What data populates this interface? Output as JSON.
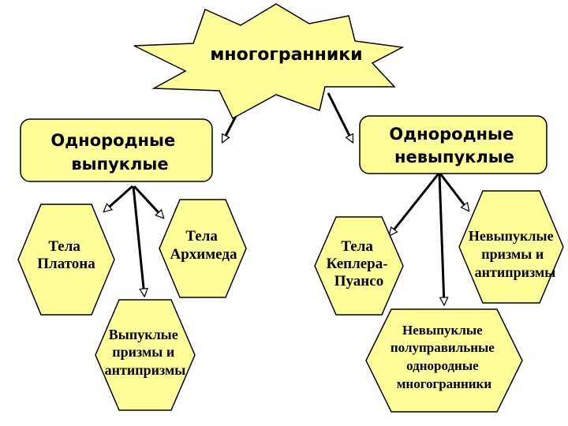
{
  "colors": {
    "fill": "#ffff99",
    "stroke": "#000000"
  },
  "root": {
    "label": "многогранники"
  },
  "categories": {
    "convex": {
      "lines": [
        "Однородные",
        "выпуклые"
      ]
    },
    "nonconvex": {
      "lines": [
        "Однородные",
        "невыпуклые"
      ]
    }
  },
  "items": {
    "platonic": {
      "lines": [
        "Тела",
        "Платона"
      ]
    },
    "archimedean": {
      "lines": [
        "Тела",
        "Архимеда"
      ]
    },
    "convex_prisms": {
      "lines": [
        "Выпуклые",
        "призмы и",
        "антипризмы"
      ]
    },
    "kepler_poinsot": {
      "lines": [
        "Тела",
        "Кеплера-",
        "Пуансо"
      ]
    },
    "nonconvex_prisms": {
      "lines": [
        "Невыпуклые",
        "призмы и",
        "антипризмы"
      ]
    },
    "nonconvex_uniform": {
      "lines": [
        "Невыпуклые",
        "полуправильные",
        "однородные",
        "многогранники"
      ]
    }
  }
}
